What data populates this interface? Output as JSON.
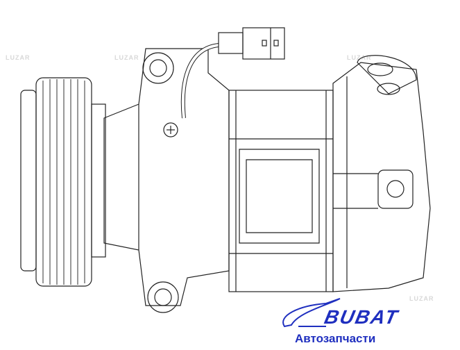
{
  "watermark": "LUZAR",
  "logo": {
    "brand": "BUBAT",
    "tagline": "Автозапчасти",
    "color": "#1f2fbf"
  }
}
